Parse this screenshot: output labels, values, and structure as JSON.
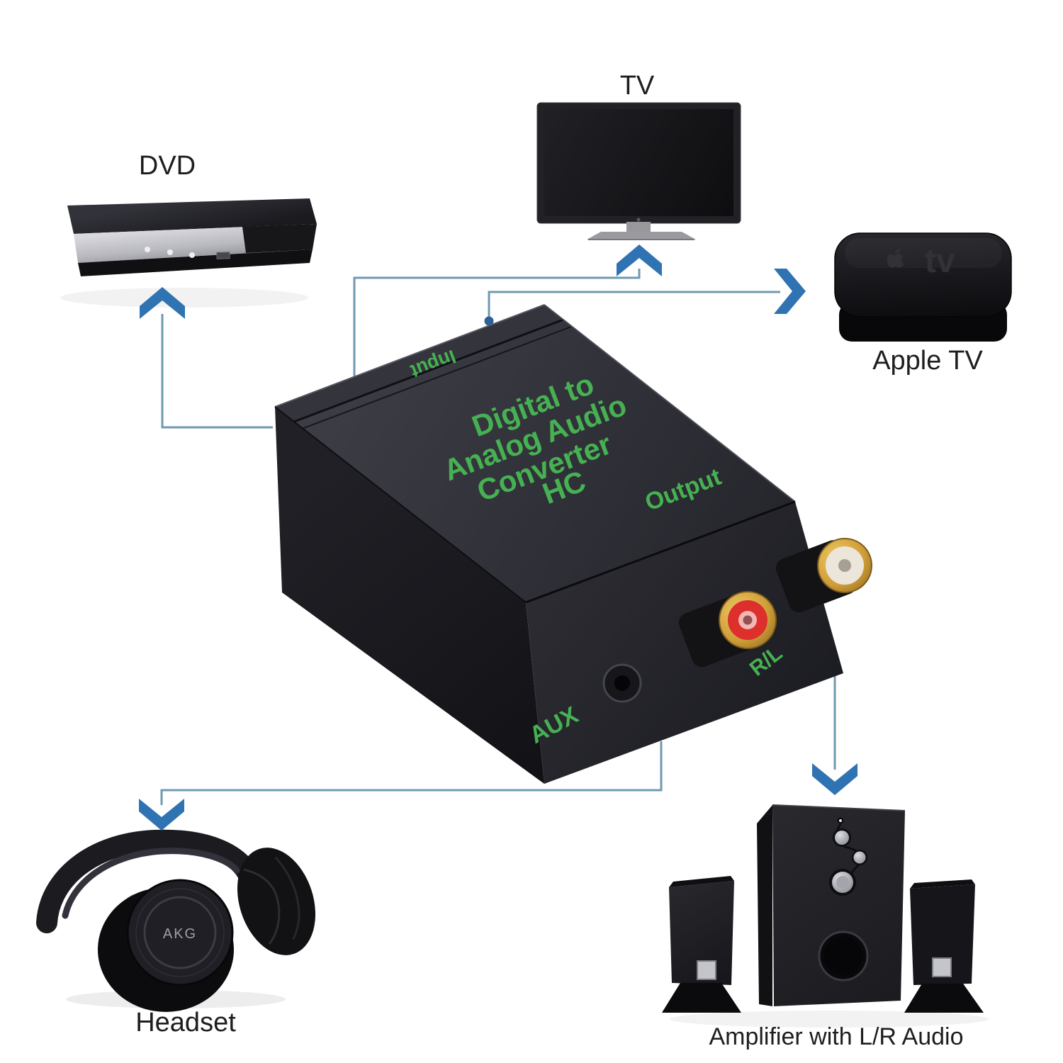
{
  "diagram": {
    "type": "product-connection-diagram",
    "background": "#ffffff"
  },
  "colors": {
    "arrow_blue": "#2f73b2",
    "line_blue": "#6f9ab0",
    "green_print": "#46b152",
    "box_dark": "#26262c"
  },
  "devices": {
    "dvd": {
      "label": "DVD"
    },
    "tv": {
      "label": "TV"
    },
    "apple_tv": {
      "label": "Apple TV",
      "logo_text": "tv"
    },
    "headset": {
      "label": "Headset",
      "brand": "AKG"
    },
    "amplifier": {
      "label": "Amplifier with L/R Audio"
    }
  },
  "converter": {
    "title_line1": "Digital to",
    "title_line2": "Analog Audio",
    "title_line3": "Converter",
    "title_line4": "HC",
    "ports": {
      "input": "Input",
      "output": "Output",
      "aux": "AUX",
      "rl": "R/L"
    }
  }
}
